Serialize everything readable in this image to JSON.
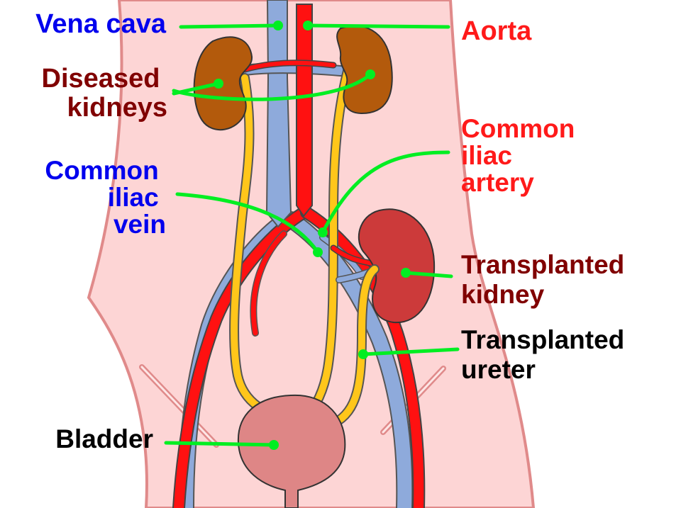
{
  "labels": {
    "vena_cava": "Vena cava",
    "aorta": "Aorta",
    "diseased_kidneys": [
      "Diseased",
      "kidneys"
    ],
    "common_iliac_artery": [
      "Common",
      "iliac",
      "artery"
    ],
    "common_iliac_vein": [
      "Common",
      "iliac",
      "vein"
    ],
    "transplanted_kidney": [
      "Transplanted",
      "kidney"
    ],
    "transplanted_ureter": [
      "Transplanted",
      "ureter"
    ],
    "bladder": "Bladder"
  },
  "colors": {
    "body_skin": "#fdd5d5",
    "body_outline": "#e08a8a",
    "vein": "#8eaadb",
    "artery": "#ff1111",
    "ureter": "#ffc61a",
    "diseased_kidney": "#b35a0c",
    "transplanted_kidney": "#cc3a3a",
    "bladder": "#de8686",
    "leader_line": "#00ee22",
    "label_vein": "#0000ee",
    "label_artery": "#ff1a1a",
    "label_kidney": "#800000",
    "label_other": "#000000"
  }
}
